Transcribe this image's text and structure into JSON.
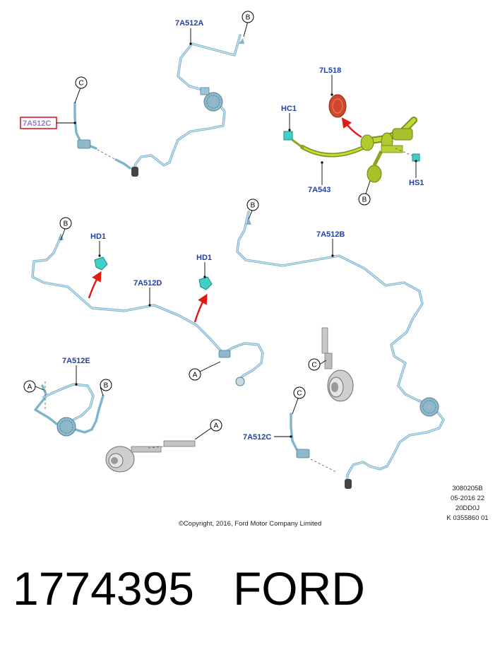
{
  "parts": {
    "top_pipe_a": "7A512A",
    "top_pipe_c_boxed": "7A512C",
    "reservoir_cap": "7L518",
    "hose_clip_hc1": "HC1",
    "master_cylinder_pipe": "7A543",
    "hose_screw_hs1": "HS1",
    "pipe_b_right": "7A512B",
    "holder_hd1_left": "HD1",
    "holder_hd1_right": "HD1",
    "pipe_d": "7A512D",
    "pipe_e": "7A512E",
    "pipe_c_right": "7A512C"
  },
  "callouts": {
    "b": "B",
    "c": "C",
    "a": "A"
  },
  "meta": {
    "line1": "3080205B",
    "line2": "05-2016 22",
    "line3": "20DD0J",
    "line4": "K 0355860 01"
  },
  "copyright": "©Copyright, 2016, Ford Motor Company Limited",
  "footer": {
    "part_number": "1774395",
    "brand": "FORD"
  },
  "colors": {
    "label_blue": "#1f3fae",
    "pipe_blue": "#7fb4cc",
    "master_cylinder_green": "#a9c22a",
    "cap_red": "#d0482c",
    "arrow_red": "#e01b12",
    "box_red": "#d21f2a"
  }
}
